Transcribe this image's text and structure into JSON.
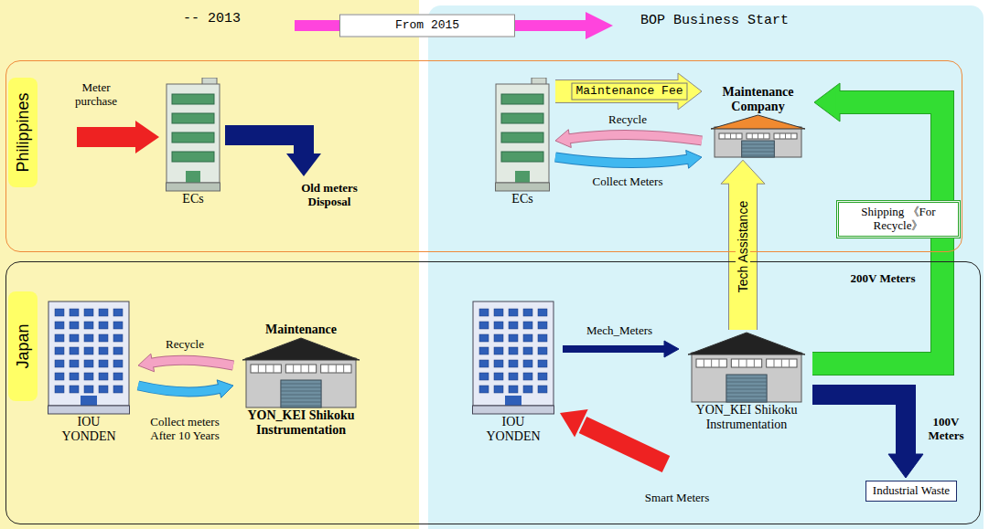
{
  "diagram": {
    "nodes": [
      {
        "text": [
          "-- 2013"
        ]
      },
      {
        "text": [
          "BOP Business Start"
        ]
      },
      {
        "text": [
          "Philippines"
        ]
      },
      {
        "text": [
          "Japan"
        ]
      },
      {
        "text": [
          "ECs"
        ],
        "in": 2
      },
      {
        "text": [
          "ECs"
        ],
        "in": 2
      },
      {
        "text": [
          "Maintenance Company"
        ],
        "in": 2
      },
      {
        "text": [
          "IOU YONDEN"
        ],
        "in": 3
      },
      {
        "text": [
          "Maintenance",
          "YON_KEI Shikoku Instrumentation"
        ],
        "in": 3
      },
      {
        "text": [
          "IOU YONDEN"
        ],
        "in": 3
      },
      {
        "text": [
          "YON_KEI Shikoku Instrumentation"
        ],
        "in": 3
      },
      {
        "text": [
          "Industrial Waste"
        ],
        "in": 3
      }
    ],
    "edges": [
      {
        "from": 5,
        "to": 6,
        "arrow": "to",
        "label": "Maintenance Fee"
      },
      {
        "from": 6,
        "to": 5,
        "arrow": "to",
        "label": "Recycle"
      },
      {
        "from": 5,
        "to": 6,
        "arrow": "to",
        "label": "Collect Meters"
      },
      {
        "from": 10,
        "to": 6,
        "arrow": "to",
        "label": "Tech Assistance"
      },
      {
        "from": 10,
        "to": 6,
        "arrow": "to",
        "label": "Shipping 《For Recycle》"
      },
      {
        "from": 8,
        "to": 7,
        "arrow": "to",
        "label": "Recycle"
      },
      {
        "from": 7,
        "to": 8,
        "arrow": "to",
        "label": "Collect meters After 10 Years"
      },
      {
        "from": 9,
        "to": 10,
        "arrow": "to",
        "label": "Mech_Meters"
      },
      {
        "from": 10,
        "to": 11,
        "arrow": "to",
        "label": "100V Meters"
      }
    ],
    "labels": [
      "From 2015",
      "Meter purchase",
      "Old meters Disposal",
      "200V Meters",
      "Smart Meters"
    ]
  }
}
